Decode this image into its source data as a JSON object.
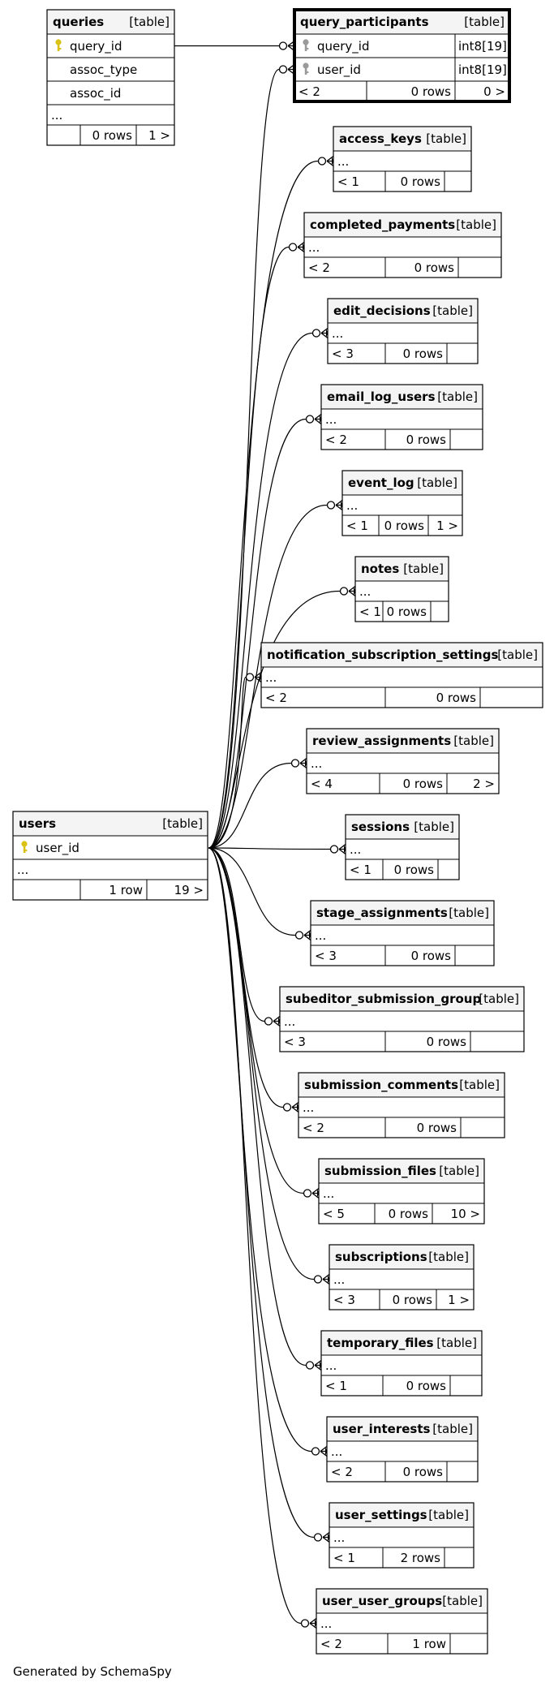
{
  "footer": "Generated by SchemaSpy",
  "tag": "[table]",
  "colors": {
    "header_fill": "#f4f4f4",
    "line": "#000000",
    "key_gold": "#d9c214",
    "key_gray": "#9a9a9a"
  },
  "tables": [
    {
      "id": "queries",
      "name": "queries",
      "cols": [
        {
          "name": "query_id",
          "key": "pk"
        },
        {
          "name": "assoc_type"
        },
        {
          "name": "assoc_id"
        }
      ],
      "footer": [
        "",
        "0 rows",
        "1 >"
      ]
    },
    {
      "id": "query_participants",
      "name": "query_participants",
      "cols": [
        {
          "name": "query_id",
          "key": "fk",
          "type": "int8[19]"
        },
        {
          "name": "user_id",
          "key": "fk",
          "type": "int8[19]"
        }
      ],
      "footer": [
        "< 2",
        "0 rows",
        "0 >"
      ],
      "focus": true
    },
    {
      "id": "access_keys",
      "name": "access_keys",
      "footer": [
        "< 1",
        "0 rows",
        ""
      ]
    },
    {
      "id": "completed_payments",
      "name": "completed_payments",
      "footer": [
        "< 2",
        "0 rows",
        ""
      ]
    },
    {
      "id": "edit_decisions",
      "name": "edit_decisions",
      "footer": [
        "< 3",
        "0 rows",
        ""
      ]
    },
    {
      "id": "email_log_users",
      "name": "email_log_users",
      "footer": [
        "< 2",
        "0 rows",
        ""
      ]
    },
    {
      "id": "event_log",
      "name": "event_log",
      "footer": [
        "< 1",
        "0 rows",
        "1 >"
      ]
    },
    {
      "id": "notes",
      "name": "notes",
      "footer": [
        "< 1",
        "0 rows",
        ""
      ]
    },
    {
      "id": "notification_subscription_settings",
      "name": "notification_subscription_settings",
      "footer": [
        "< 2",
        "0 rows",
        ""
      ]
    },
    {
      "id": "review_assignments",
      "name": "review_assignments",
      "footer": [
        "< 4",
        "0 rows",
        "2 >"
      ]
    },
    {
      "id": "sessions",
      "name": "sessions",
      "footer": [
        "< 1",
        "0 rows",
        ""
      ]
    },
    {
      "id": "stage_assignments",
      "name": "stage_assignments",
      "footer": [
        "< 3",
        "0 rows",
        ""
      ]
    },
    {
      "id": "subeditor_submission_group",
      "name": "subeditor_submission_group",
      "footer": [
        "< 3",
        "0 rows",
        ""
      ]
    },
    {
      "id": "submission_comments",
      "name": "submission_comments",
      "footer": [
        "< 2",
        "0 rows",
        ""
      ]
    },
    {
      "id": "submission_files",
      "name": "submission_files",
      "footer": [
        "< 5",
        "0 rows",
        "10 >"
      ]
    },
    {
      "id": "subscriptions",
      "name": "subscriptions",
      "footer": [
        "< 3",
        "0 rows",
        "1 >"
      ]
    },
    {
      "id": "temporary_files",
      "name": "temporary_files",
      "footer": [
        "< 1",
        "0 rows",
        ""
      ]
    },
    {
      "id": "user_interests",
      "name": "user_interests",
      "footer": [
        "< 2",
        "0 rows",
        ""
      ]
    },
    {
      "id": "user_settings",
      "name": "user_settings",
      "footer": [
        "< 1",
        "2 rows",
        ""
      ]
    },
    {
      "id": "user_user_groups",
      "name": "user_user_groups",
      "footer": [
        "< 2",
        "1 row",
        ""
      ]
    },
    {
      "id": "users",
      "name": "users",
      "cols": [
        {
          "name": "user_id",
          "key": "pk"
        }
      ],
      "footer": [
        "",
        "1 row",
        "19 >"
      ]
    }
  ]
}
